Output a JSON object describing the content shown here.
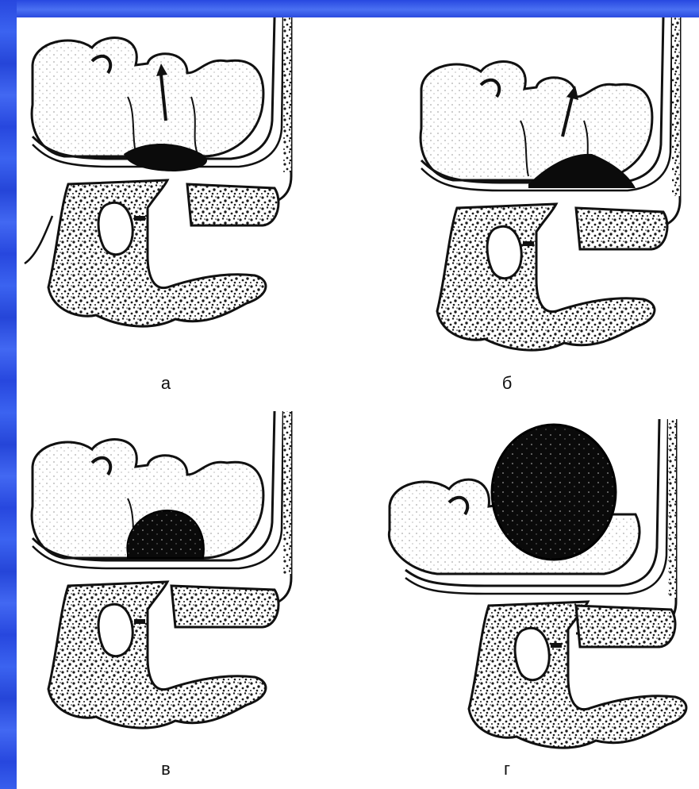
{
  "panels": [
    {
      "id": "a",
      "label": "а"
    },
    {
      "id": "b",
      "label": "б"
    },
    {
      "id": "v",
      "label": "в"
    },
    {
      "id": "g",
      "label": "г"
    }
  ],
  "colors": {
    "frame_blue": "#2e52e6",
    "ink": "#111111",
    "stipple": "#222222",
    "background": "#ffffff"
  }
}
